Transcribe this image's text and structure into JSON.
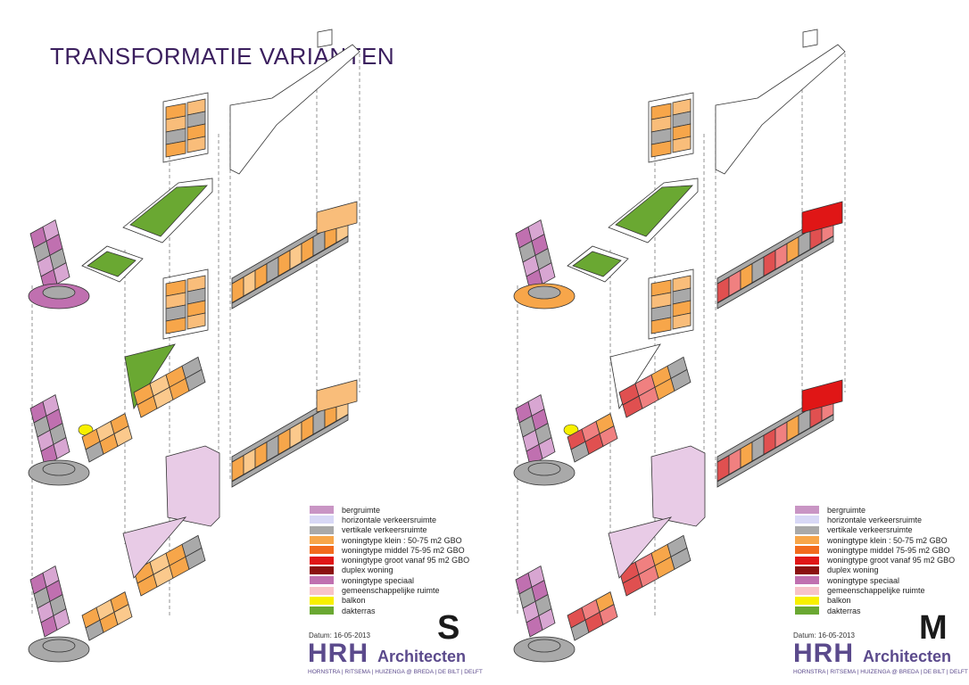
{
  "title": "TRANSFORMATIE VARIANTEN",
  "colors": {
    "bergruimte": "#c995c4",
    "horizontaal": "#d4d4f4",
    "verticaal": "#a9a9a9",
    "klein": "#f7a64a",
    "middel": "#f26b1d",
    "groot": "#e01616",
    "duplex": "#8b1010",
    "speciaal": "#c070b0",
    "gemeenschap": "#f5c6cb",
    "balkon": "#f8f000",
    "dakterras": "#6aa832"
  },
  "legend": [
    {
      "label": "bergruimte",
      "color": "#c995c4"
    },
    {
      "label": "horizontale verkeersruimte",
      "color": "#d8d8f6"
    },
    {
      "label": "vertikale verkeersruimte",
      "color": "#a9a9a9"
    },
    {
      "label": "woningtype klein : 50-75 m2 GBO",
      "color": "#f7a64a"
    },
    {
      "label": "woningtype middel 75-95 m2 GBO",
      "color": "#f26b1d"
    },
    {
      "label": "woningtype groot vanaf 95 m2 GBO",
      "color": "#e01616"
    },
    {
      "label": "duplex woning",
      "color": "#8b1010"
    },
    {
      "label": "woningtype speciaal",
      "color": "#c070b0"
    },
    {
      "label": "gemeenschappelijke ruimte",
      "color": "#f7c3c9"
    },
    {
      "label": "balkon",
      "color": "#f8f000"
    },
    {
      "label": "dakterras",
      "color": "#6aa832"
    }
  ],
  "panels": [
    {
      "variant": "S",
      "datum": "Datum:  16-05-2013"
    },
    {
      "variant": "M",
      "datum": "Datum:  16-05-2013"
    }
  ],
  "logo": {
    "name": "HRH",
    "suffix": "Architecten",
    "subtitle": "HORNSTRA | RITSEMA | HUIZENGA @ BREDA | DE BILT | DELFT"
  }
}
